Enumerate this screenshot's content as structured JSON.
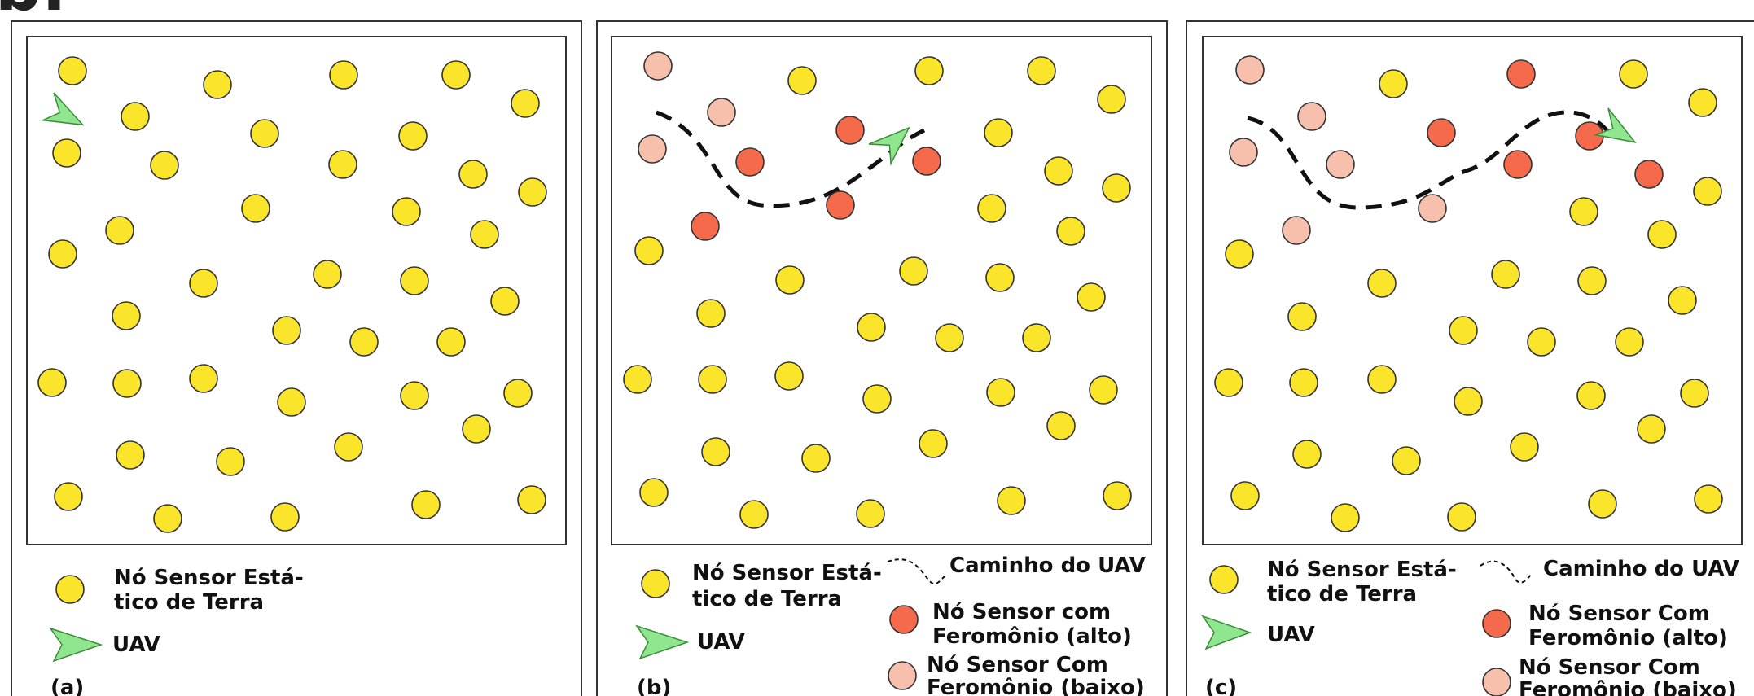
{
  "figure_letter": "b.",
  "colors": {
    "static": "#fbe52a",
    "high": "#f46a4a",
    "low": "#f6c0ad",
    "uav": "#8fe68f",
    "uav_stroke": "#3c8c3c",
    "path": "#111111",
    "frame": "#333333"
  },
  "legend": {
    "static_line1": "Nó Sensor Está-",
    "static_line2": "tico de Terra",
    "uav": "UAV",
    "path": "Caminho do UAV",
    "b_high_line1": "Nó Sensor com",
    "b_high_line2": "Feromônio (alto)",
    "b_low_line1": "Nó Sensor Com",
    "b_low_line2": "Feromônio (baixo)",
    "c_high_line1": "Nó Sensor Com",
    "c_high_line2": "Feromônio (alto)",
    "c_low_line1": "Nó Sensor Com",
    "c_low_line2": "Feromônio (baixo)"
  },
  "panels": [
    {
      "label": "(a)"
    },
    {
      "label": "(b)"
    },
    {
      "label": "(c)"
    }
  ]
}
